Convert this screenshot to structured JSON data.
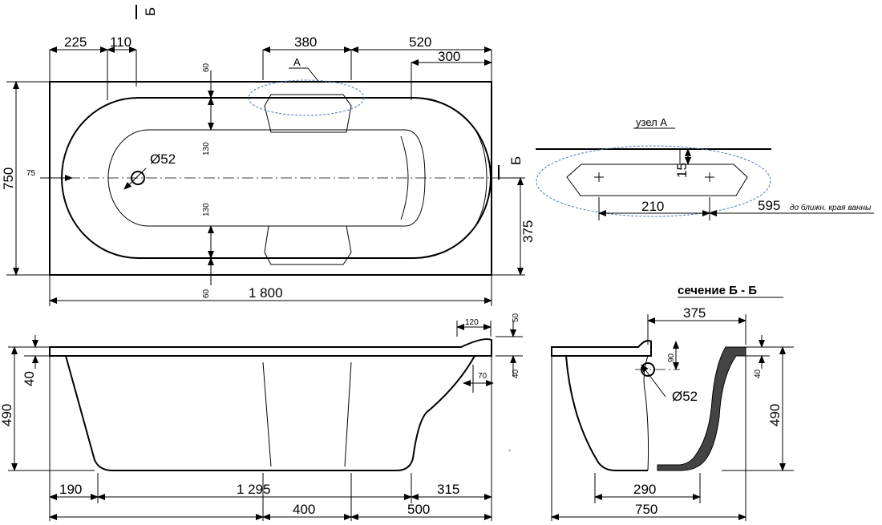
{
  "plan": {
    "dims_top": [
      "225",
      "110",
      "380",
      "520",
      "300"
    ],
    "dim_height": "750",
    "dim_75": "75",
    "dim_60_top": "60",
    "dim_60_bottom": "60",
    "dim_130_top": "130",
    "dim_130_bottom": "130",
    "drain": "Ø52",
    "dim_width": "1 800",
    "dim_375": "375",
    "label_node": "A",
    "section_mark": "Б"
  },
  "node": {
    "title": "узел А",
    "dim_15": "15",
    "dim_210": "210",
    "dim_595": "595",
    "note_595": "до ближн. края ванны"
  },
  "elevation": {
    "dim_120": "120",
    "dim_50": "50",
    "dim_70": "70",
    "dim_40_right": "40",
    "dim_40_left": "40",
    "dim_490": "490",
    "dims_bottom": [
      "190",
      "1 295",
      "315"
    ],
    "dims_lower": [
      "400",
      "500"
    ],
    "dash_mark": "-"
  },
  "section": {
    "title": "сечение Б - Б",
    "dim_375": "375",
    "dim_90": "90",
    "drain": "Ø52",
    "dim_40": "40",
    "dim_490": "490",
    "dim_290": "290",
    "dim_750": "750"
  }
}
